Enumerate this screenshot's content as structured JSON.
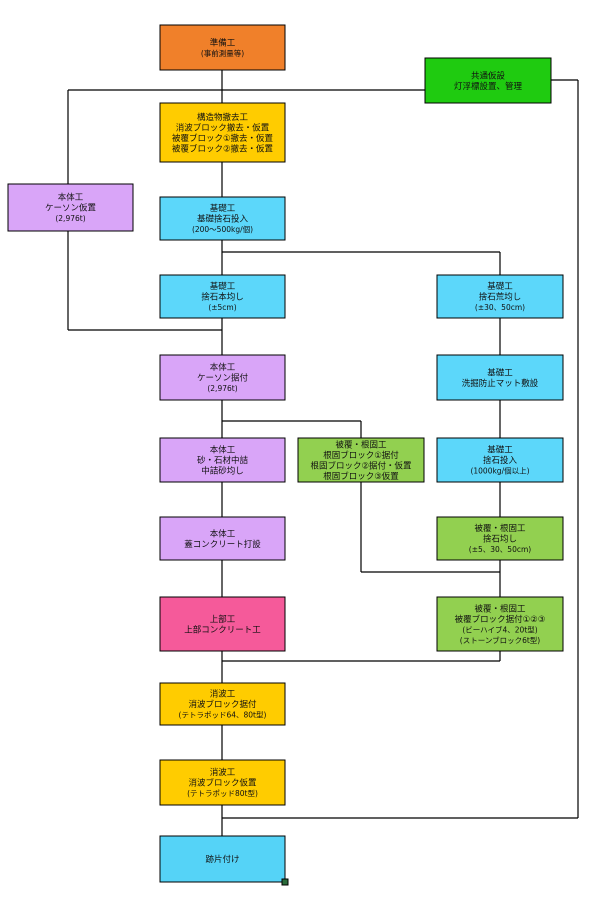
{
  "colors": {
    "orange": "#F0802A",
    "yellow": "#FFCC00",
    "cyan": "#5CD7FA",
    "violet": "#D9A5F8",
    "lime": "#92D050",
    "green": "#1FCB10",
    "pink": "#F55A9A",
    "final": "#55D3F7",
    "final_border": "#2A6B3A"
  },
  "nodes": {
    "jizen": {
      "lines": [
        "準備工",
        "(事前測量等)"
      ],
      "color": "orange"
    },
    "kyotsu": {
      "lines": [
        "共通仮設",
        "灯浮標設置、管理"
      ],
      "color": "green"
    },
    "kozo": {
      "lines": [
        "構造物撤去工",
        "消波ブロック撤去・仮置",
        "被覆ブロック①撤去・仮置",
        "被覆ブロック②撤去・仮置"
      ],
      "color": "yellow"
    },
    "caisson_kari": {
      "lines": [
        "本体工",
        "ケーソン仮置",
        "(2,976t)"
      ],
      "color": "violet"
    },
    "sute_toshi": {
      "lines": [
        "基礎工",
        "基礎捨石投入",
        "(200～500kg/個)"
      ],
      "color": "cyan"
    },
    "hon_narashi": {
      "lines": [
        "基礎工",
        "捨石本均し",
        "(±5cm)"
      ],
      "color": "cyan"
    },
    "ara_narashi": {
      "lines": [
        "基礎工",
        "捨石荒均し",
        "(±30、50cm)"
      ],
      "color": "cyan"
    },
    "caisson_suetsuke": {
      "lines": [
        "本体工",
        "ケーソン据付",
        "(2,976t)"
      ],
      "color": "violet"
    },
    "mat": {
      "lines": [
        "基礎工",
        "洗掘防止マット敷設"
      ],
      "color": "cyan"
    },
    "nakazume": {
      "lines": [
        "本体工",
        "砂・石材中詰",
        "中詰砂均し"
      ],
      "color": "violet"
    },
    "hifuku_suetsuke": {
      "lines": [
        "被覆・根固工",
        "根固ブロック①据付",
        "根固ブロック②据付・仮置",
        "根固ブロック③仮置"
      ],
      "color": "lime"
    },
    "sute_toshi2": {
      "lines": [
        "基礎工",
        "捨石投入",
        "(1000kg/個以上)"
      ],
      "color": "cyan"
    },
    "futa_concrete": {
      "lines": [
        "本体工",
        "蓋コンクリート打設"
      ],
      "color": "violet"
    },
    "hifuku_narashi": {
      "lines": [
        "被覆・根固工",
        "捨石均し",
        "(±5、30、50cm)"
      ],
      "color": "lime"
    },
    "jobu": {
      "lines": [
        "上部工",
        "上部コンクリート工"
      ],
      "color": "pink"
    },
    "hifuku_block": {
      "lines": [
        "被覆・根固工",
        "被覆ブロック据付①②③",
        "(ビーハイブ4、20t型)",
        "(ストーンブロック6t型)"
      ],
      "color": "lime"
    },
    "shoha_suetsuke": {
      "lines": [
        "消波工",
        "消波ブロック据付",
        "(テトラポッド64、80t型)"
      ],
      "color": "yellow"
    },
    "shoha_karioki": {
      "lines": [
        "消波工",
        "消波ブロック仮置",
        "(テトラポッド80t型)"
      ],
      "color": "yellow"
    },
    "atokatazuke": {
      "lines": [
        "跡片付け"
      ],
      "color": "final"
    }
  }
}
